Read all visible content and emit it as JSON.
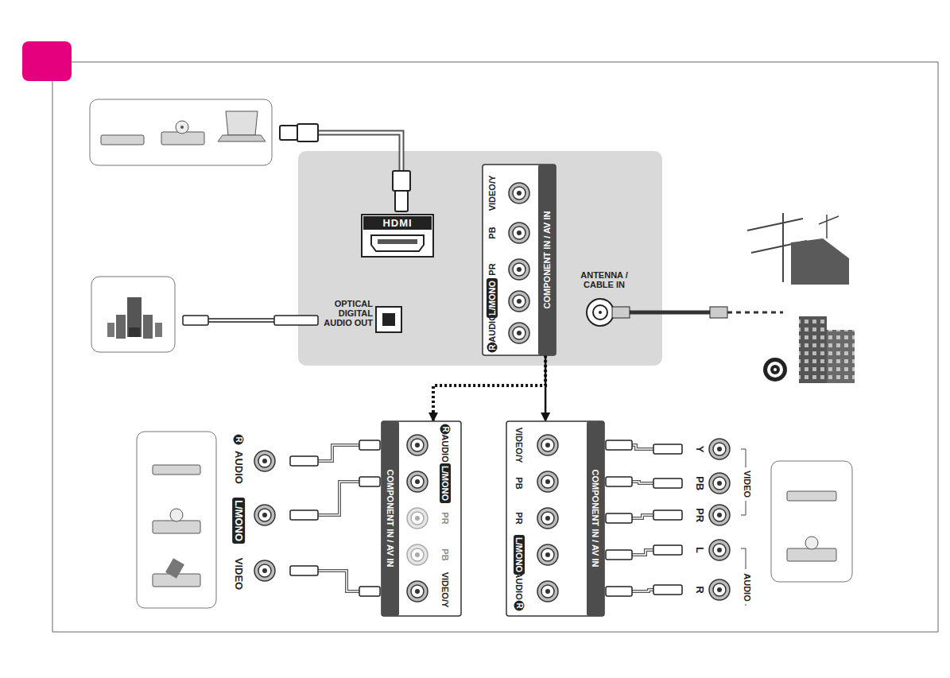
{
  "diagram": {
    "nodes": [
      {
        "text": [
          "OPTICAL DIGITAL AUDIO OUT",
          "ANTENNA / CABLE IN"
        ]
      },
      {
        "text": [
          "HDMI"
        ],
        "in": 0
      },
      {
        "text": [
          "COMPONENT IN / AV IN",
          "VIDEO/Y",
          "PB",
          "PR",
          "L/MONO",
          "R",
          "AUDIO"
        ],
        "in": 0
      },
      {
        "text": [
          "R",
          "AUDIO",
          "L/MONO",
          "PR",
          "PB",
          "VIDEO/Y",
          "COMPONENT IN / AV IN"
        ]
      },
      {
        "text": [
          "VIDEO/Y",
          "PB",
          "PR",
          "L/MONO",
          "R",
          "AUDIO",
          "COMPONENT IN / AV IN"
        ]
      }
    ],
    "edges": [
      {
        "from": 2,
        "to": 3,
        "arrow": "to"
      },
      {
        "from": 2,
        "to": 4,
        "arrow": "to"
      }
    ],
    "labels": [
      "R",
      "AUDIO",
      "L/MONO",
      "VIDEO",
      "Y",
      "PB",
      "PR",
      "VIDEO",
      "L",
      "R",
      "AUDIO"
    ]
  }
}
